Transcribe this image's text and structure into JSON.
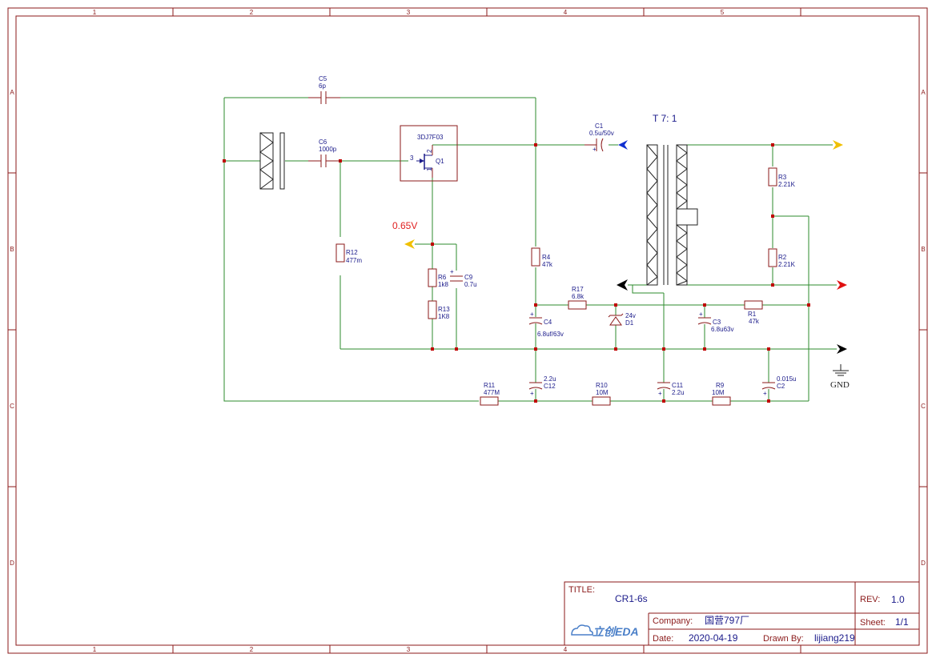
{
  "grid": {
    "cols": [
      "1",
      "2",
      "3",
      "4",
      "5"
    ],
    "rows": [
      "A",
      "B",
      "C",
      "D"
    ]
  },
  "components": {
    "C5": {
      "ref": "C5",
      "value": "6p"
    },
    "C6": {
      "ref": "C6",
      "value": "1000p"
    },
    "Q1": {
      "ref": "Q1",
      "value": "3DJ7F03",
      "pin_d": "2",
      "pin_g": "3",
      "pin_s": "1"
    },
    "C1": {
      "ref": "C1",
      "value": "0.5u/50v"
    },
    "transformer": {
      "ratio": "T 7: 1"
    },
    "R3": {
      "ref": "R3",
      "value": "2.21K"
    },
    "R2": {
      "ref": "R2",
      "value": "2.21K"
    },
    "R12": {
      "ref": "R12",
      "value": "477m"
    },
    "R6": {
      "ref": "R6",
      "value": "1k8"
    },
    "R13": {
      "ref": "R13",
      "value": "1K8"
    },
    "C9": {
      "ref": "C9",
      "value": "0.7u"
    },
    "R4": {
      "ref": "R4",
      "value": "47k"
    },
    "R17": {
      "ref": "R17",
      "value": "6.8k"
    },
    "D1": {
      "ref": "D1",
      "value": "24v"
    },
    "C3": {
      "ref": "C3",
      "value": "6.8u63v"
    },
    "R1": {
      "ref": "R1",
      "value": "47k"
    },
    "C4": {
      "ref": "C4",
      "value": "6.8uf/63v"
    },
    "C12": {
      "ref": "C12",
      "value": "2.2u"
    },
    "R11": {
      "ref": "R11",
      "value": "477M"
    },
    "R10": {
      "ref": "R10",
      "value": "10M"
    },
    "C11": {
      "ref": "C11",
      "value": "2.2u"
    },
    "R9": {
      "ref": "R9",
      "value": "10M"
    },
    "C2": {
      "ref": "C2",
      "value": "0.015u"
    }
  },
  "net_labels": {
    "voltage": "0.65V",
    "gnd": "GND"
  },
  "colors": {
    "wire": "#2e8b2e",
    "part": "#8b1a1a",
    "label": "#1a1a8a",
    "voltage": "#e02020",
    "arrow_yellow": "#f0c000",
    "arrow_red": "#e01010",
    "arrow_blue": "#1030d0",
    "arrow_black": "#000000"
  },
  "title_block": {
    "title_label": "TITLE:",
    "title": "CR1-6s",
    "rev_label": "REV:",
    "rev": "1.0",
    "company_label": "Company:",
    "company": "国营797厂",
    "sheet_label": "Sheet:",
    "sheet": "1/1",
    "date_label": "Date:",
    "date": "2020-04-19",
    "drawn_label": "Drawn By:",
    "drawn": "lijiang219",
    "logo_text": "立创EDA"
  }
}
